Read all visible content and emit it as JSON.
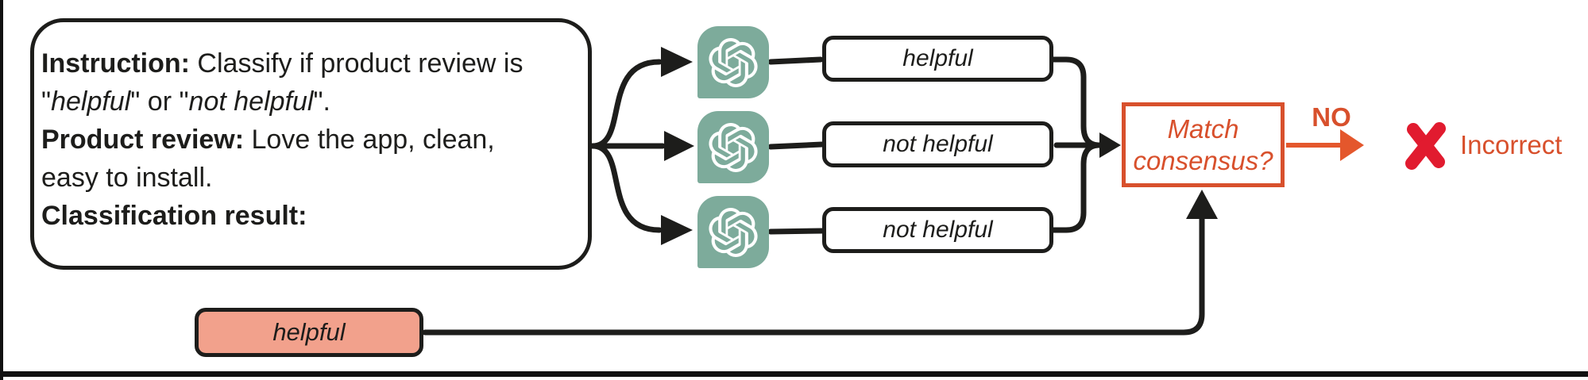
{
  "colors": {
    "ink": "#1d1d1b",
    "accent_orange": "#d8502c",
    "arrow_orange": "#e4572c",
    "cross_red": "#e11b2f",
    "icon_green": "#7dab9b",
    "reference_fill": "#f2a18c"
  },
  "icons": {
    "model": "openai-gpt-logo",
    "failure": "red-cross-x"
  },
  "prompt_box": {
    "line1_label": "Instruction:",
    "line1_text": " Classify if product review is",
    "line2_q1": "\"",
    "line2_italic1": "helpful",
    "line2_mid": "\" or \"",
    "line2_italic2": "not helpful",
    "line2_end": "\".",
    "line3_label": "Product review:",
    "line3_text": " Love the app, clean,",
    "line4_text": "easy to install.",
    "line5_label": "Classification result:"
  },
  "outputs": [
    "helpful",
    "not helpful",
    "not helpful"
  ],
  "consensus_box": {
    "line1": "Match",
    "line2": "consensus?"
  },
  "decision": {
    "no_label": "NO",
    "incorrect_label": "Incorrect"
  },
  "reference": {
    "label": "helpful"
  }
}
